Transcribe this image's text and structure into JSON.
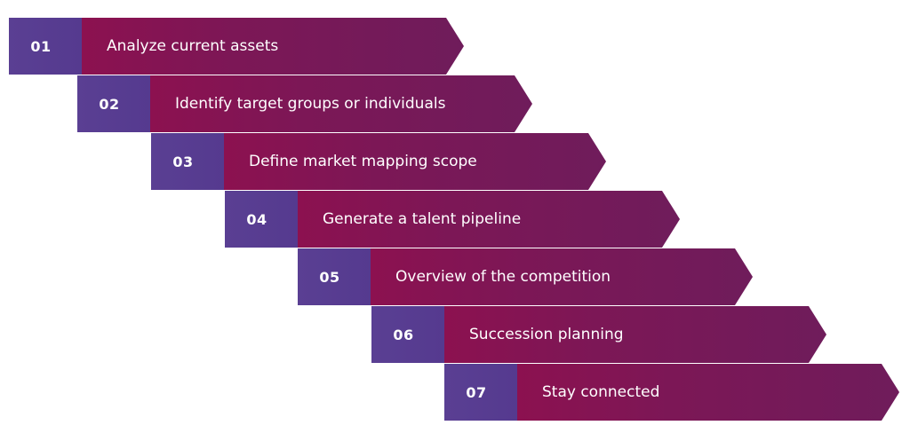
{
  "steps": [
    {
      "number": "01",
      "label": "Analyze current assets"
    },
    {
      "number": "02",
      "label": "Identify target groups or individuals"
    },
    {
      "number": "03",
      "label": "Define market mapping scope"
    },
    {
      "number": "04",
      "label": "Generate a talent pipeline"
    },
    {
      "number": "05",
      "label": "Overview of the competition"
    },
    {
      "number": "06",
      "label": "Succession planning"
    },
    {
      "number": "07",
      "label": "Stay connected"
    }
  ],
  "colors": {
    "number_box": "#5a3f93",
    "arrow_start": "#8c1150",
    "arrow_end": "#6f1c5b",
    "text": "#ffffff"
  }
}
